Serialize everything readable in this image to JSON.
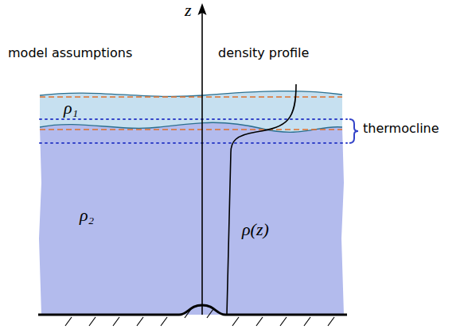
{
  "diagram": {
    "labels": [
      "z",
      "model assumptions",
      "density profile",
      "ρ₁",
      "ρ₂",
      "ρ(z)",
      "thermocline"
    ]
  }
}
